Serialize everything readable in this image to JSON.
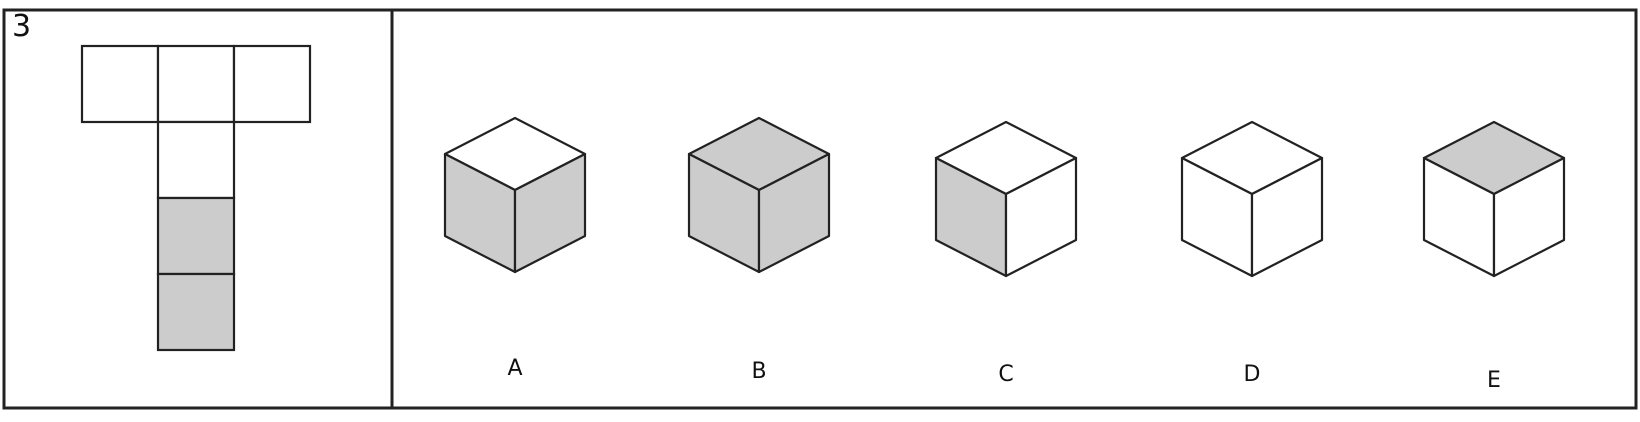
{
  "question_number": "3",
  "colors": {
    "line": "#222222",
    "shaded": "#cccccc",
    "plain": "#ffffff"
  },
  "net": {
    "cells": [
      {
        "row": 0,
        "col": 0,
        "shaded": false
      },
      {
        "row": 0,
        "col": 1,
        "shaded": false
      },
      {
        "row": 0,
        "col": 2,
        "shaded": false
      },
      {
        "row": 1,
        "col": 1,
        "shaded": false
      },
      {
        "row": 2,
        "col": 1,
        "shaded": true
      },
      {
        "row": 3,
        "col": 1,
        "shaded": true
      }
    ]
  },
  "options": [
    {
      "label": "A",
      "top_shaded": false,
      "left_shaded": true,
      "right_shaded": true
    },
    {
      "label": "B",
      "top_shaded": true,
      "left_shaded": true,
      "right_shaded": true
    },
    {
      "label": "C",
      "top_shaded": false,
      "left_shaded": true,
      "right_shaded": false
    },
    {
      "label": "D",
      "top_shaded": false,
      "left_shaded": false,
      "right_shaded": false
    },
    {
      "label": "E",
      "top_shaded": true,
      "left_shaded": false,
      "right_shaded": false
    }
  ]
}
